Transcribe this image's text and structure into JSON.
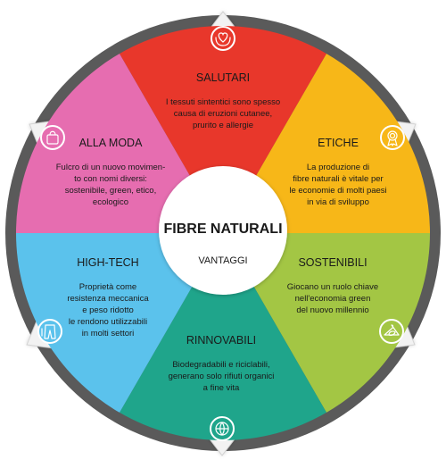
{
  "center": {
    "title": "FIBRE NATURALI",
    "subtitle": "VANTAGGI"
  },
  "segments": [
    {
      "key": "salutari",
      "title": "SALUTARI",
      "color": "#e8372b",
      "lines": [
        "I tessuti sintentici sono spesso",
        "causa di eruzioni cutanee,",
        "prurito e allergie"
      ],
      "icon": "heart-hands-icon"
    },
    {
      "key": "etiche",
      "title": "ETICHE",
      "color": "#f7b718",
      "lines": [
        "La produzione di",
        "fibre naturali è vitale per",
        "le economie di molti paesi",
        "in via di sviluppo"
      ],
      "icon": "award-ribbon-icon"
    },
    {
      "key": "sostenibili",
      "title": "SOSTENIBILI",
      "color": "#a3c644",
      "lines": [
        "Giocano un ruolo chiave",
        "nell'economia green",
        "del nuovo millennio"
      ],
      "icon": "leaf-hanger-icon"
    },
    {
      "key": "rinnovabili",
      "title": "RINNOVABILI",
      "color": "#1fa58b",
      "lines": [
        "Biodegradabili e riciclabili,",
        "generano solo rifiuti organici",
        "a fine vita"
      ],
      "icon": "recycle-globe-icon"
    },
    {
      "key": "high-tech",
      "title": "HIGH-TECH",
      "color": "#5bc2ec",
      "lines": [
        "Proprietà come",
        "resistenza meccanica",
        "e peso ridotto",
        "le rendono utilizzabili",
        "in molti settori"
      ],
      "icon": "trousers-icon"
    },
    {
      "key": "alla-moda",
      "title": "ALLA MODA",
      "color": "#e66db0",
      "lines": [
        "Fulcro di un nuovo movimen-",
        "to con nomi diversi:",
        "sostenibile, green, etico,",
        "ecologico"
      ],
      "icon": "bag-icon"
    }
  ]
}
